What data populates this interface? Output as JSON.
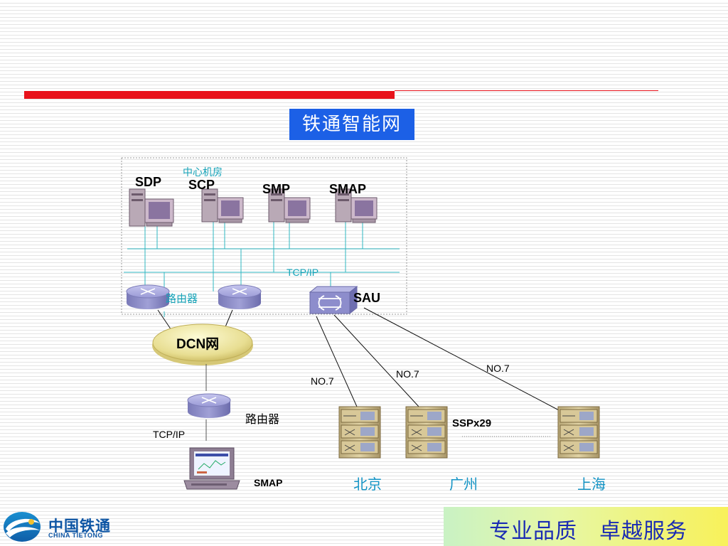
{
  "title": "铁通智能网",
  "center_room_label": "中心机房",
  "servers": [
    {
      "id": "sdp",
      "label": "SDP"
    },
    {
      "id": "scp",
      "label": "SCP"
    },
    {
      "id": "smp",
      "label": "SMP"
    },
    {
      "id": "smap",
      "label": "SMAP"
    }
  ],
  "tcpip_top": "TCP/IP",
  "router_label_top": "路由器",
  "sau_label": "SAU",
  "dcn_label": "DCN网",
  "router_label_bottom": "路由器",
  "tcpip_bottom": "TCP/IP",
  "smap_terminal_label": "SMAP",
  "links": [
    "NO.7",
    "NO.7",
    "NO.7"
  ],
  "ssp_label": "SSPx29",
  "cities": [
    "北京",
    "广州",
    "上海"
  ],
  "footer_slogan": "专业品质　卓越服务",
  "logo": {
    "cn": "中国铁通",
    "en": "CHINA TIETONG"
  },
  "colors": {
    "accent_red": "#e8121b",
    "title_blue": "#1c60e6",
    "teal": "#16a3b8"
  }
}
